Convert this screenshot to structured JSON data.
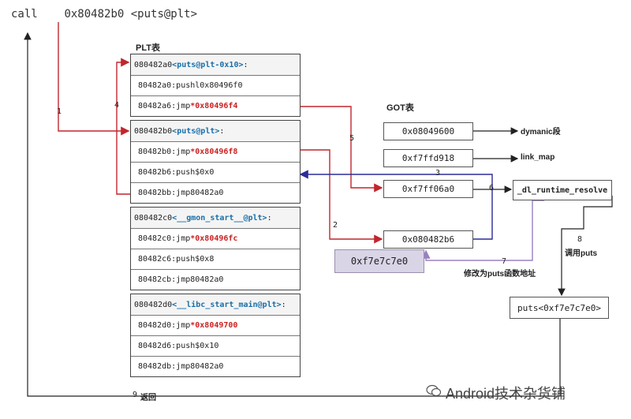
{
  "call": {
    "instr": "call",
    "addr": "0x80482b0",
    "sym": "<puts@plt>"
  },
  "plt_title": "PLT表",
  "got_title": "GOT表",
  "plt_blocks": [
    {
      "header_addr": "080482a0",
      "header_sym": "<puts@plt-0x10>",
      "rows": [
        {
          "addr": "80482a0:",
          "op": "pushl",
          "arg": "0x80496f0",
          "arg_red": false
        },
        {
          "addr": "80482a6:",
          "op": "jmp",
          "arg": "*0x80496f4",
          "arg_red": true
        }
      ]
    },
    {
      "header_addr": "080482b0",
      "header_sym": "<puts@plt>",
      "rows": [
        {
          "addr": "80482b0:",
          "op": "jmp",
          "arg": "*0x80496f8",
          "arg_red": true
        },
        {
          "addr": "80482b6:",
          "op": "push",
          "arg": "$0x0",
          "arg_red": false
        },
        {
          "addr": "80482bb:",
          "op": "jmp",
          "arg": "80482a0",
          "arg_red": false
        }
      ]
    },
    {
      "header_addr": "080482c0",
      "header_sym": "<__gmon_start__@plt>",
      "rows": [
        {
          "addr": "80482c0:",
          "op": "jmp",
          "arg": "*0x80496fc",
          "arg_red": true
        },
        {
          "addr": "80482c6:",
          "op": "push",
          "arg": "$0x8",
          "arg_red": false
        },
        {
          "addr": "80482cb:",
          "op": "jmp",
          "arg": "80482a0",
          "arg_red": false
        }
      ]
    },
    {
      "header_addr": "080482d0",
      "header_sym": "<__libc_start_main@plt>",
      "rows": [
        {
          "addr": "80482d0:",
          "op": "jmp",
          "arg": "*0x8049700",
          "arg_red": true
        },
        {
          "addr": "80482d6:",
          "op": "push",
          "arg": "$0x10",
          "arg_red": false
        },
        {
          "addr": "80482db:",
          "op": "jmp",
          "arg": "80482a0",
          "arg_red": false
        }
      ]
    }
  ],
  "got_entries": [
    "0x08049600",
    "0xf7ffd918",
    "0xf7ff06a0",
    "0x080482b6"
  ],
  "got_notes": {
    "dynamic": "dymanic段",
    "link_map": "link_map"
  },
  "resolve_label": "_dl_runtime_resolve",
  "resolved_addr": "0xf7e7c7e0",
  "modify_note": "修改为puts函数地址",
  "call_puts_note": "调用puts",
  "puts_box": "puts<0xf7e7c7e0>",
  "return_label": "返回",
  "step_labels": [
    "1",
    "2",
    "3",
    "4",
    "5",
    "6",
    "7",
    "8",
    "9"
  ],
  "colors": {
    "red": "#c0272d",
    "blue": "#2b2b9a",
    "purple": "#9a80c0",
    "black": "#222222"
  },
  "watermark": "Android技术杂货铺"
}
